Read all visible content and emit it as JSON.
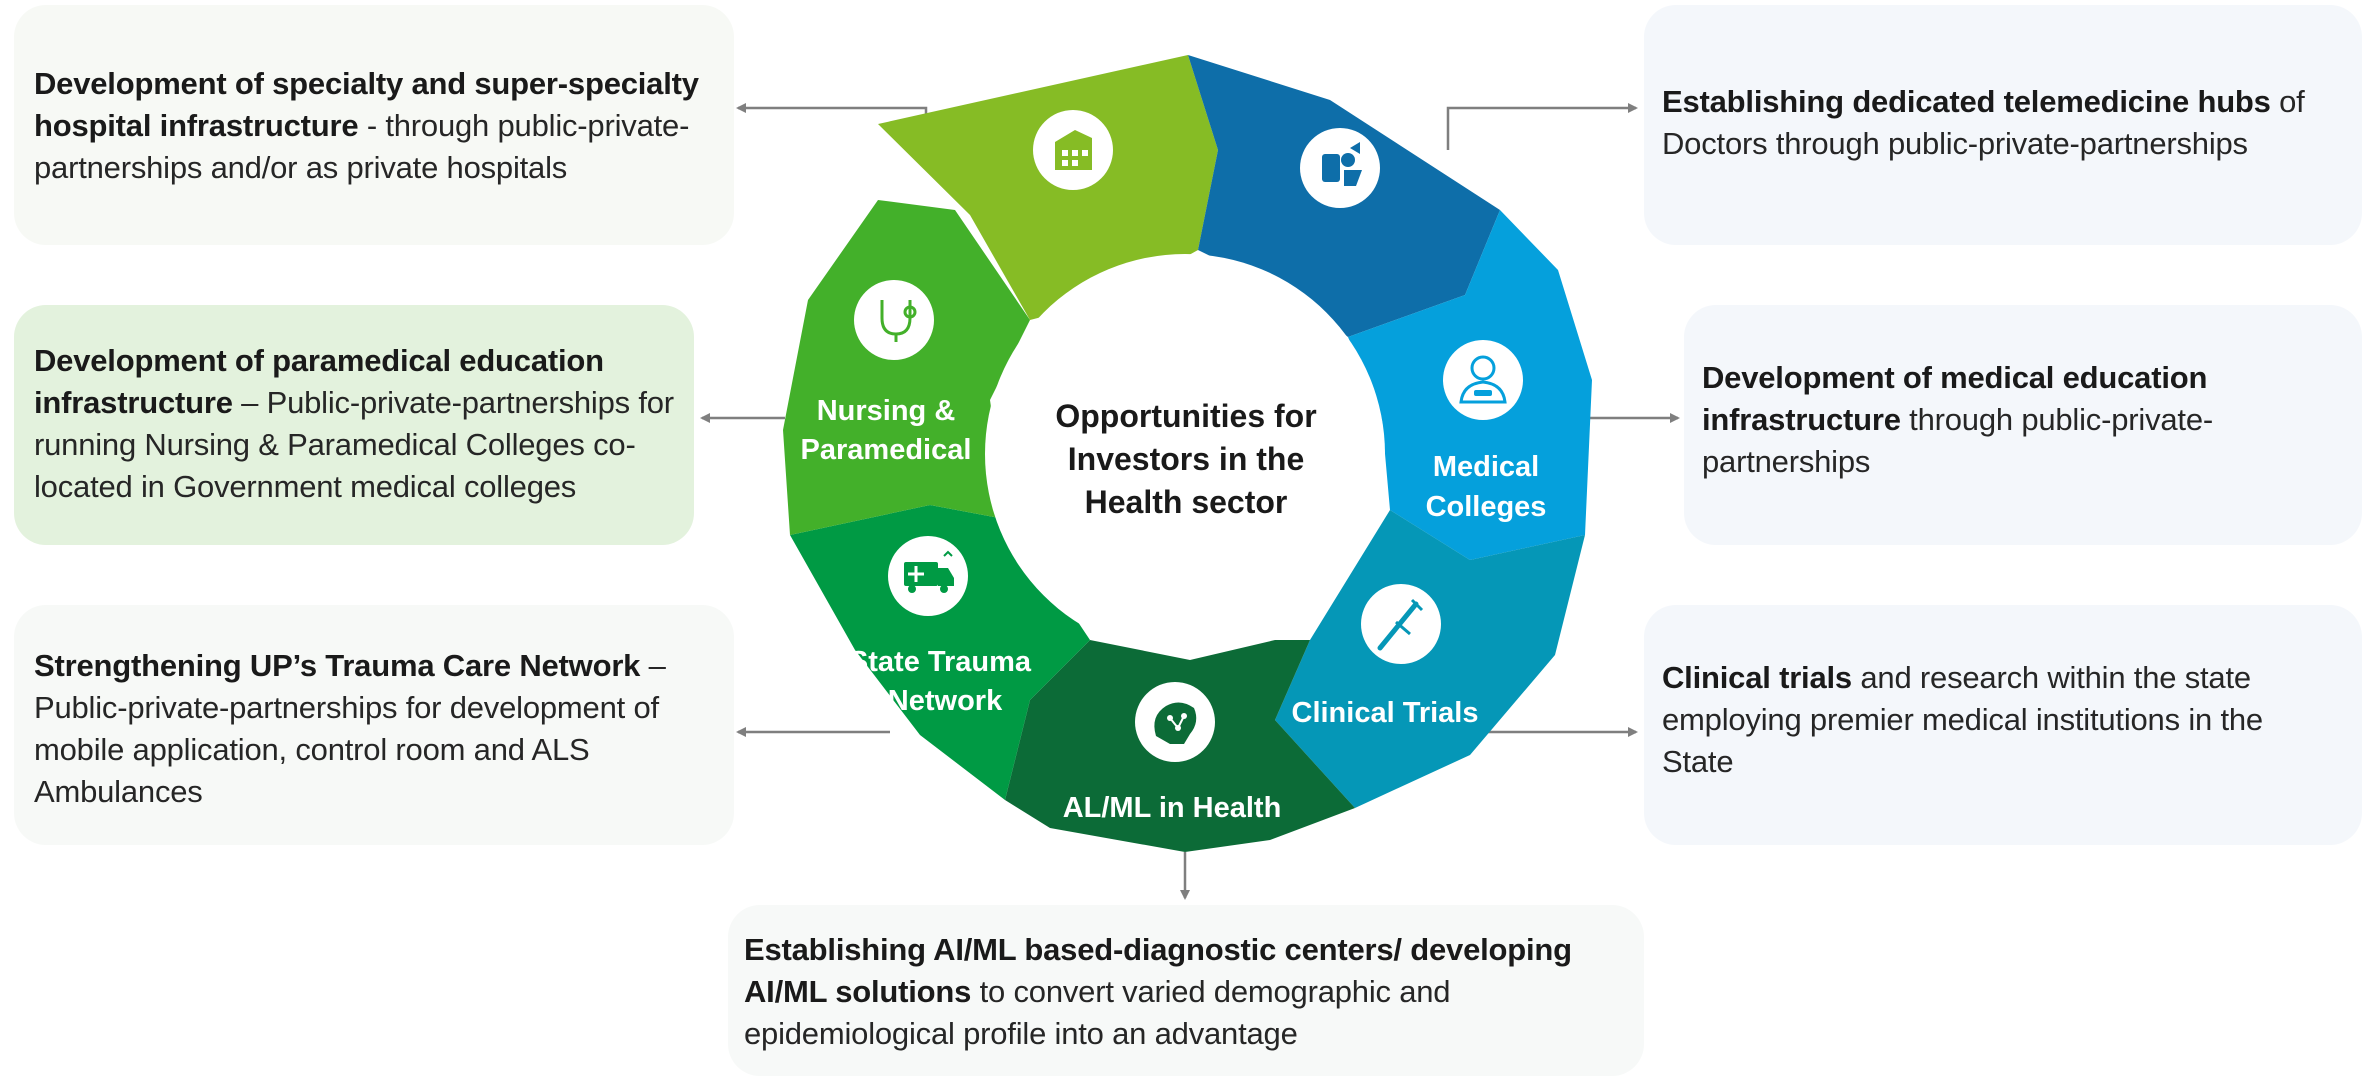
{
  "center": {
    "line1": "Opportunities for",
    "line2": "Investors in the",
    "line3": "Health sector"
  },
  "segments": [
    {
      "id": "hospital",
      "label_lines": [],
      "icon": "hospital-building-icon",
      "color": "#86bc25"
    },
    {
      "id": "telemedicine",
      "label_lines": [],
      "icon": "telemedicine-doctor-icon",
      "color": "#0e6ea9"
    },
    {
      "id": "medical",
      "label_lines": [
        "Medical",
        "Colleges"
      ],
      "icon": "doctor-icon",
      "color": "#05a0dc"
    },
    {
      "id": "clinical",
      "label_lines": [
        "Clinical Trials"
      ],
      "icon": "syringe-icon",
      "color": "#0597b7"
    },
    {
      "id": "aiml",
      "label_lines": [
        "AL/ML in Health"
      ],
      "icon": "brain-circuit-icon",
      "color": "#0c6b37"
    },
    {
      "id": "trauma",
      "label_lines": [
        "State Trauma",
        "Network"
      ],
      "icon": "ambulance-icon",
      "color": "#009a44"
    },
    {
      "id": "nursing",
      "label_lines": [
        "Nursing &",
        "Paramedical"
      ],
      "icon": "stethoscope-icon",
      "color": "#43b02a"
    }
  ],
  "boxes": {
    "hospital": {
      "bold": "Development of specialty and super-specialty hospital infrastructure",
      "rest": " - through public-private-partnerships and/or as private hospitals"
    },
    "paramedical": {
      "bold": "Development of paramedical education infrastructure",
      "rest": " – Public-private-partnerships for running Nursing & Paramedical Colleges co-located in Government medical colleges"
    },
    "trauma": {
      "bold": "Strengthening UP’s Trauma Care Network",
      "rest": " – Public-private-partnerships for development of mobile application, control room and ALS Ambulances"
    },
    "telemedicine": {
      "bold": "Establishing dedicated telemedicine hubs",
      "rest": " of Doctors through public-private-partnerships"
    },
    "medical": {
      "bold": "Development of medical education infrastructure",
      "rest": " through public-private-partnerships"
    },
    "clinical": {
      "bold": "Clinical trials",
      "rest": " and research within the state employing premier medical institutions in the State"
    },
    "aiml": {
      "bold": "Establishing AI/ML based-diagnostic centers/ developing AI/ML solutions",
      "rest": " to convert varied demographic and epidemiological profile into an advantage"
    }
  },
  "colors": {
    "arrow": "#7f7f7f",
    "light_green_box": "#e3f2dd",
    "pale_box": "#f6f8f6",
    "blue_box": "#f4f8fc"
  }
}
